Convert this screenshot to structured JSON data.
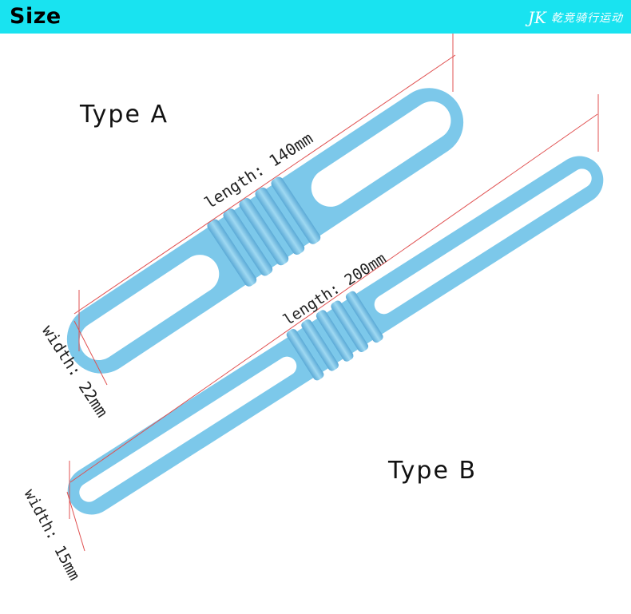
{
  "header": {
    "title": "Size",
    "brand_mark": "JK",
    "brand_text": "乾竞骑行运动",
    "bar_color": "#19e3f0"
  },
  "strap_color": "#7cc8ea",
  "dimension_line_color": "#e05050",
  "type_a": {
    "label": "Type A",
    "length_label": "length: 140mm",
    "width_label": "width: 22mm"
  },
  "type_b": {
    "label": "Type B",
    "length_label": "length: 200mm",
    "width_label": "width: 15mm"
  }
}
